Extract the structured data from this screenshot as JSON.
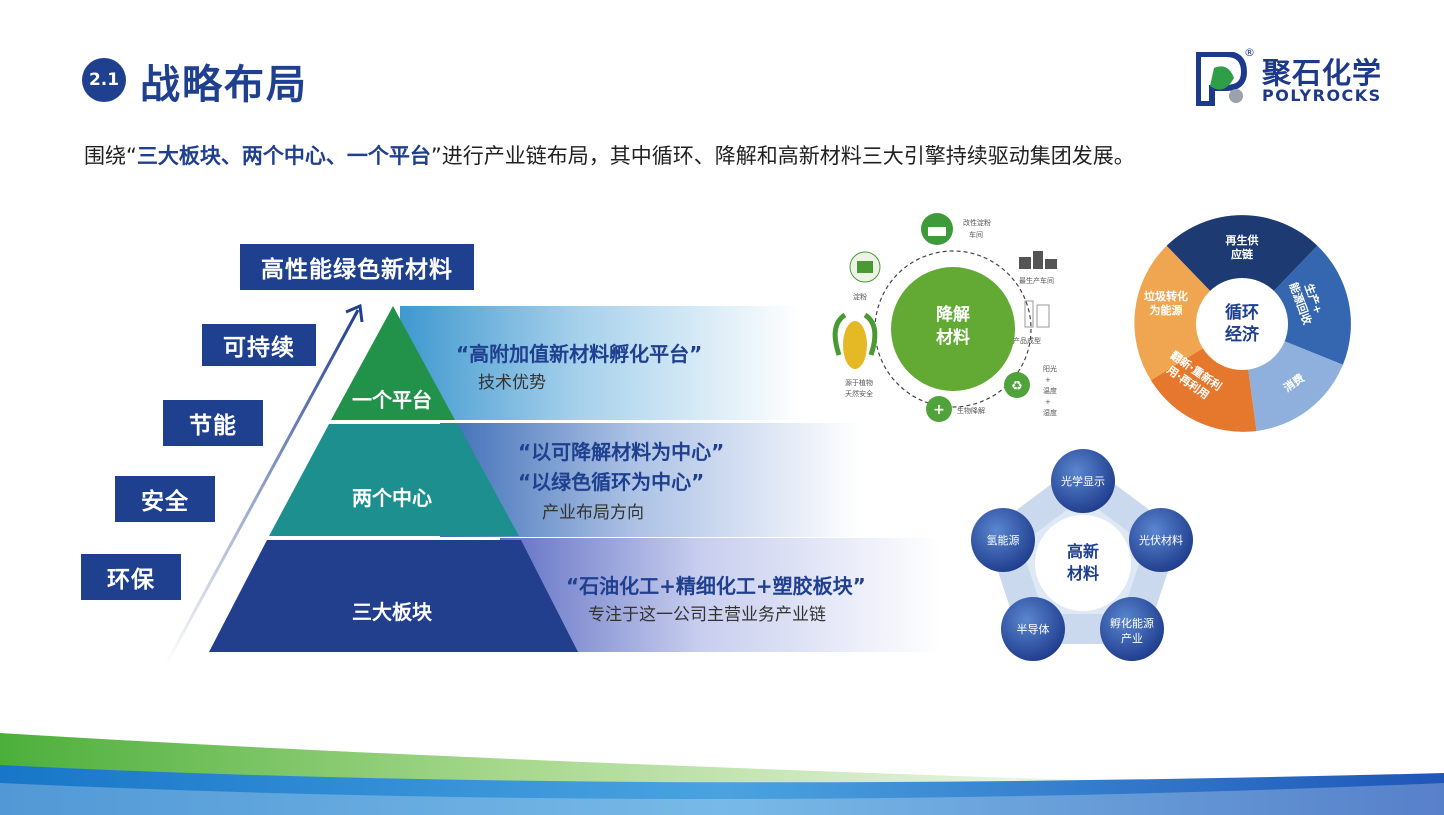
{
  "header": {
    "section_number": "2.1",
    "title": "战略布局",
    "logo_cn": "聚石化学",
    "logo_en": "POLYROCKS",
    "logo_mark": "®"
  },
  "subtitle": {
    "prefix": "围绕“",
    "highlight": "三大板块、两个中心、一个平台",
    "suffix": "”进行产业链布局，其中循环、降解和高新材料三大引擎持续驱动集团发展。"
  },
  "steps": {
    "top": "高性能绿色新材料",
    "s4": "可持续",
    "s3": "节能",
    "s2": "安全",
    "s1": "环保"
  },
  "pyramid": {
    "top": {
      "label": "一个平台",
      "quote": "“高附加值新材料孵化平台”",
      "desc": "技术优势"
    },
    "middle": {
      "label": "两个中心",
      "quote1": "“以可降解材料为中心”",
      "quote2": "“以绿色循环为中心”",
      "desc": "产业布局方向"
    },
    "bottom": {
      "label": "三大板块",
      "quote": "“石油化工+精细化工+塑胶板块”",
      "desc": "专注于这一公司主营业务产业链"
    }
  },
  "degradable": {
    "center": [
      "降解",
      "材料"
    ],
    "nodes": {
      "modify": [
        "改性淀粉",
        "车间"
      ],
      "factory": "最生产车间",
      "product": "产品成型",
      "env": [
        "阳光",
        "+",
        "温度",
        "+",
        "湿度"
      ],
      "bio": "生物降解",
      "corn": [
        "源于植物",
        "天然安全"
      ],
      "starch": "淀粉"
    }
  },
  "cycle": {
    "center": [
      "循环",
      "经济"
    ],
    "segments": {
      "supply": [
        "再生供",
        "应链"
      ],
      "recover": [
        "生产+",
        "能源回收"
      ],
      "consume": "消费",
      "reuse": [
        "翻新·重新利",
        "用·再利用"
      ],
      "waste": [
        "垃圾转化",
        "为能源"
      ]
    },
    "colors": {
      "dark": "#1d3a73",
      "mid": "#3566b0",
      "light": "#8fb0dc",
      "orange": "#e6782d",
      "yellow": "#f0a650"
    }
  },
  "hitech": {
    "center": [
      "高新",
      "材料"
    ],
    "nodes": [
      "光学显示",
      "光伏材料",
      "孵化能源产业",
      "半导体",
      "氢能源"
    ],
    "node_lines": {
      "incubate": [
        "孵化能源",
        "产业"
      ]
    }
  }
}
